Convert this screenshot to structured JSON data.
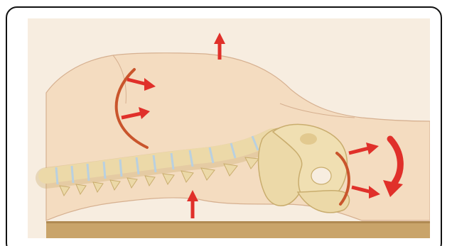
{
  "figure": {
    "type": "medical-illustration",
    "subject": "spine-and-pelvis-side-view",
    "colors": {
      "background": "#f7ede0",
      "body": "#f4dcc0",
      "body_outline": "#d6b090",
      "bone": "#ecd9a8",
      "bone_shadow": "#c9ad6e",
      "disc": "#b9d0e0",
      "arrow": "#e0302a",
      "curve": "#c9552c",
      "table": "#c9a46a",
      "frame": "#111111"
    },
    "icons": {
      "arrows": [
        "arrow-up",
        "arrow-right",
        "arrow-right",
        "arrow-up",
        "arrow-right",
        "arrow-right",
        "curved-arrow-down"
      ]
    }
  }
}
